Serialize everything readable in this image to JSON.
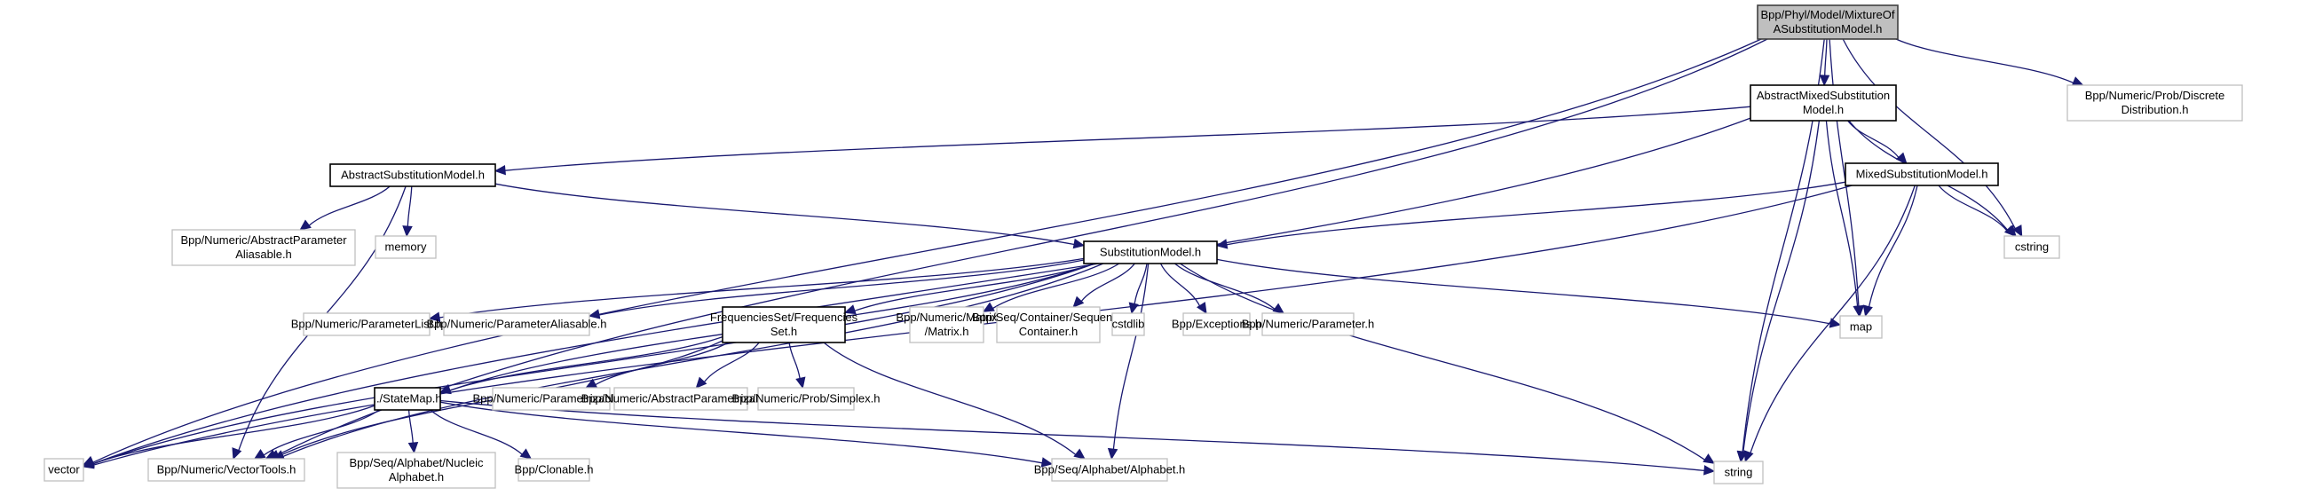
{
  "title": "Bpp/Phyl/Model/MixtureOfASubstitutionModel.h include dependency graph",
  "colors": {
    "edge": "#191970",
    "root_fill": "#bfbfbf",
    "header_border": "#000000",
    "external_border": "#bfbfbf"
  },
  "nodes": [
    {
      "id": "root",
      "kind": "root",
      "lines": [
        "Bpp/Phyl/Model/MixtureOf",
        "ASubstitutionModel.h"
      ]
    },
    {
      "id": "abstractmixed",
      "kind": "hdr",
      "lines": [
        "AbstractMixedSubstitution",
        "Model.h"
      ]
    },
    {
      "id": "discrete",
      "kind": "ext",
      "lines": [
        "Bpp/Numeric/Prob/Discrete",
        "Distribution.h"
      ]
    },
    {
      "id": "abstractsubst",
      "kind": "hdr",
      "lines": [
        "AbstractSubstitutionModel.h"
      ]
    },
    {
      "id": "mixedsubst",
      "kind": "hdr",
      "lines": [
        "MixedSubstitutionModel.h"
      ]
    },
    {
      "id": "abstractparamaliasable",
      "kind": "ext",
      "lines": [
        "Bpp/Numeric/AbstractParameter",
        "Aliasable.h"
      ]
    },
    {
      "id": "memory",
      "kind": "ext",
      "lines": [
        "memory"
      ]
    },
    {
      "id": "substmodel",
      "kind": "hdr",
      "lines": [
        "SubstitutionModel.h"
      ]
    },
    {
      "id": "cstring",
      "kind": "ext",
      "lines": [
        "cstring"
      ]
    },
    {
      "id": "paramlist",
      "kind": "ext",
      "lines": [
        "Bpp/Numeric/ParameterList.h"
      ]
    },
    {
      "id": "paramaliasable",
      "kind": "ext",
      "lines": [
        "Bpp/Numeric/ParameterAliasable.h"
      ]
    },
    {
      "id": "freqset",
      "kind": "hdr",
      "lines": [
        "FrequenciesSet/Frequencies",
        "Set.h"
      ]
    },
    {
      "id": "matrix",
      "kind": "ext",
      "lines": [
        "Bpp/Numeric/Matrix",
        "/Matrix.h"
      ]
    },
    {
      "id": "seqcontainer",
      "kind": "ext",
      "lines": [
        "Bpp/Seq/Container/Sequence",
        "Container.h"
      ]
    },
    {
      "id": "cstdlib",
      "kind": "ext",
      "lines": [
        "cstdlib"
      ]
    },
    {
      "id": "exceptions",
      "kind": "ext",
      "lines": [
        "Bpp/Exceptions.h"
      ]
    },
    {
      "id": "parameter",
      "kind": "ext",
      "lines": [
        "Bpp/Numeric/Parameter.h"
      ]
    },
    {
      "id": "map",
      "kind": "ext",
      "lines": [
        "map"
      ]
    },
    {
      "id": "statemap",
      "kind": "hdr",
      "lines": [
        "../StateMap.h"
      ]
    },
    {
      "id": "parametrizable",
      "kind": "ext",
      "lines": [
        "Bpp/Numeric/Parametrizable.h"
      ]
    },
    {
      "id": "abstractparametrizable",
      "kind": "ext",
      "lines": [
        "Bpp/Numeric/AbstractParametrizable.h"
      ]
    },
    {
      "id": "simplex",
      "kind": "ext",
      "lines": [
        "Bpp/Numeric/Prob/Simplex.h"
      ]
    },
    {
      "id": "vector",
      "kind": "ext",
      "lines": [
        "vector"
      ]
    },
    {
      "id": "vectortools",
      "kind": "ext",
      "lines": [
        "Bpp/Numeric/VectorTools.h"
      ]
    },
    {
      "id": "nucleicalphabet",
      "kind": "ext",
      "lines": [
        "Bpp/Seq/Alphabet/Nucleic",
        "Alphabet.h"
      ]
    },
    {
      "id": "clonable",
      "kind": "ext",
      "lines": [
        "Bpp/Clonable.h"
      ]
    },
    {
      "id": "alphabet",
      "kind": "ext",
      "lines": [
        "Bpp/Seq/Alphabet/Alphabet.h"
      ]
    },
    {
      "id": "string",
      "kind": "ext",
      "lines": [
        "string"
      ]
    }
  ],
  "edges": [
    [
      "root",
      "abstractmixed"
    ],
    [
      "root",
      "discrete"
    ],
    [
      "root",
      "vector"
    ],
    [
      "root",
      "vectortools"
    ],
    [
      "root",
      "string"
    ],
    [
      "root",
      "cstring"
    ],
    [
      "root",
      "map"
    ],
    [
      "abstractmixed",
      "abstractsubst"
    ],
    [
      "abstractmixed",
      "mixedsubst"
    ],
    [
      "abstractmixed",
      "vector"
    ],
    [
      "abstractmixed",
      "string"
    ],
    [
      "abstractmixed",
      "map"
    ],
    [
      "abstractmixed",
      "cstring"
    ],
    [
      "abstractsubst",
      "abstractparamaliasable"
    ],
    [
      "abstractsubst",
      "memory"
    ],
    [
      "abstractsubst",
      "substmodel"
    ],
    [
      "abstractsubst",
      "vectortools"
    ],
    [
      "mixedsubst",
      "substmodel"
    ],
    [
      "mixedsubst",
      "cstring"
    ],
    [
      "mixedsubst",
      "map"
    ],
    [
      "mixedsubst",
      "string"
    ],
    [
      "mixedsubst",
      "vector"
    ],
    [
      "substmodel",
      "paramlist"
    ],
    [
      "substmodel",
      "paramaliasable"
    ],
    [
      "substmodel",
      "freqset"
    ],
    [
      "substmodel",
      "matrix"
    ],
    [
      "substmodel",
      "seqcontainer"
    ],
    [
      "substmodel",
      "cstdlib"
    ],
    [
      "substmodel",
      "exceptions"
    ],
    [
      "substmodel",
      "parameter"
    ],
    [
      "substmodel",
      "map"
    ],
    [
      "substmodel",
      "string"
    ],
    [
      "substmodel",
      "statemap"
    ],
    [
      "substmodel",
      "vector"
    ],
    [
      "substmodel",
      "vectortools"
    ],
    [
      "substmodel",
      "alphabet"
    ],
    [
      "freqset",
      "statemap"
    ],
    [
      "freqset",
      "parametrizable"
    ],
    [
      "freqset",
      "abstractparametrizable"
    ],
    [
      "freqset",
      "simplex"
    ],
    [
      "freqset",
      "vectortools"
    ],
    [
      "freqset",
      "alphabet"
    ],
    [
      "statemap",
      "vector"
    ],
    [
      "statemap",
      "vectortools"
    ],
    [
      "statemap",
      "nucleicalphabet"
    ],
    [
      "statemap",
      "clonable"
    ],
    [
      "statemap",
      "alphabet"
    ],
    [
      "statemap",
      "string"
    ]
  ]
}
